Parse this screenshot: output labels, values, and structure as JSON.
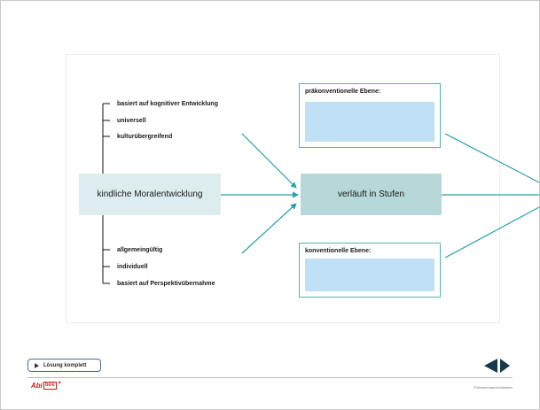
{
  "diagram": {
    "attributes_top": [
      "basiert auf kognitiver Entwicklung",
      "universell",
      "kulturübergreifend"
    ],
    "attributes_bottom": [
      "allgemeingültig",
      "individuell",
      "basiert auf Perspektivübernahme"
    ],
    "source_box": "kindliche Moralentwicklung",
    "target_box": "verläuft in Stufen",
    "levels": [
      {
        "title": "präkonventionelle Ebene:",
        "value": ""
      },
      {
        "title": "konventionelle Ebene:",
        "value": ""
      }
    ]
  },
  "toolbar": {
    "solution_button_label": "Lösung komplett"
  },
  "footer": {
    "logo_text": "Abi",
    "logo_box_text": "box",
    "copyright": "©Westermann/Hofstetter"
  },
  "colors": {
    "source_box": "#ddecee",
    "target_box": "#b6d8d8",
    "answer_field": "#bfe0f5",
    "connector": "#2a9fa8",
    "brand_red": "#cc1d1d",
    "navigation": "#17384f"
  },
  "icons": {
    "play": "play-icon",
    "previous": "arrow-left-icon",
    "next": "arrow-right-icon"
  }
}
